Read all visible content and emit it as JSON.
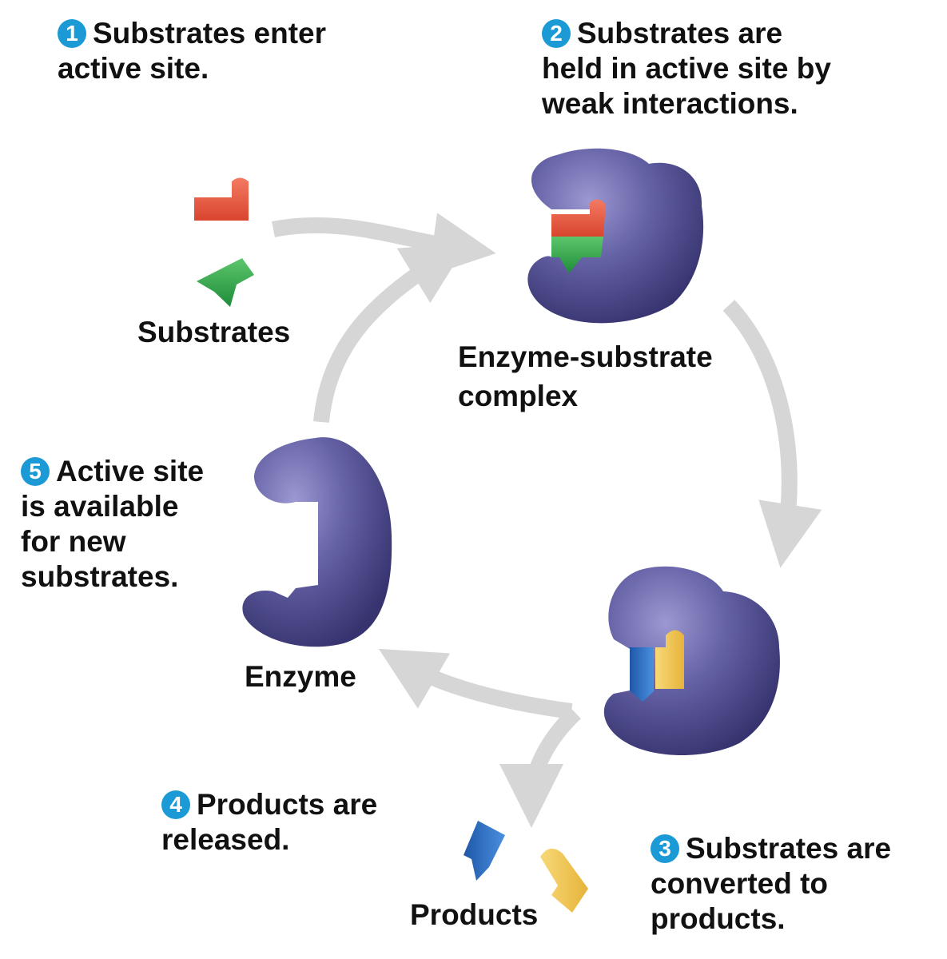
{
  "steps": [
    {
      "number": "1",
      "lines": [
        "Substrates enter",
        "active site."
      ]
    },
    {
      "number": "2",
      "lines": [
        "Substrates are",
        "held in active site by",
        "weak interactions."
      ]
    },
    {
      "number": "3",
      "lines": [
        "Substrates are",
        "converted to",
        "products."
      ]
    },
    {
      "number": "4",
      "lines": [
        "Products are",
        "released."
      ]
    },
    {
      "number": "5",
      "lines": [
        "Active site",
        "is available",
        "for new",
        "substrates."
      ]
    }
  ],
  "labels": {
    "substrates": "Substrates",
    "complex_line1": "Enzyme-substrate",
    "complex_line2": "complex",
    "enzyme": "Enzyme",
    "products": "Products"
  },
  "colors": {
    "badge": "#1c9ad6",
    "enzyme": "#4e4a8f",
    "arrow": "#d6d6d6",
    "substrate_red": "#e8553f",
    "substrate_green": "#2fa84a",
    "product_blue": "#2a6ec2",
    "product_yellow": "#f2c750"
  }
}
